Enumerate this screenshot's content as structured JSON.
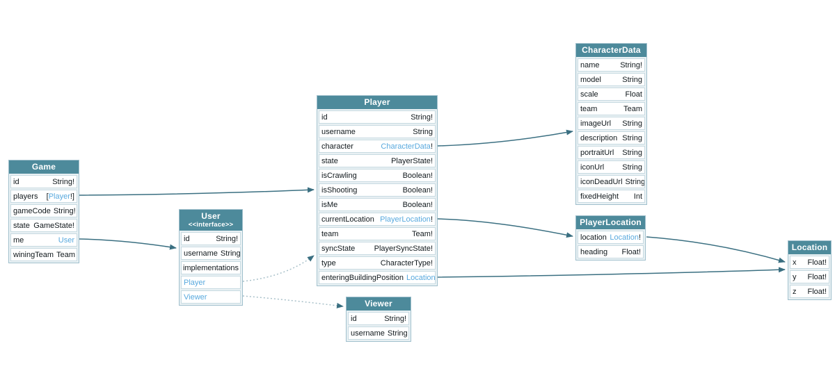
{
  "colors": {
    "header_bg": "#4d8a9b",
    "header_text": "#ffffff",
    "row_bg": "#ffffff",
    "table_bg": "#e9f1f4",
    "border": "#c7dae1",
    "type_link": "#58a9de",
    "text": "#10181c",
    "arrow": "#3a6f81",
    "dotted_arrow": "#a8c0c9",
    "canvas_bg": "#ffffff"
  },
  "tables": {
    "game": {
      "title": "Game",
      "rows": [
        {
          "field": "id",
          "type": "String!"
        },
        {
          "field": "players",
          "type_pre": "[",
          "type_link": "Player",
          "type_suf": "!]"
        },
        {
          "field": "gameCode",
          "type": "String!"
        },
        {
          "field": "state",
          "type": "GameState!"
        },
        {
          "field": "me",
          "type_link": "User"
        },
        {
          "field": "winingTeam",
          "type": "Team"
        }
      ]
    },
    "user": {
      "title": "User",
      "stereotype": "<<interface>>",
      "rows": [
        {
          "field": "id",
          "type": "String!"
        },
        {
          "field": "username",
          "type": "String"
        },
        {
          "field": "implementations"
        },
        {
          "field": "Player",
          "is_link": true
        },
        {
          "field": "Viewer",
          "is_link": true
        }
      ]
    },
    "player": {
      "title": "Player",
      "rows": [
        {
          "field": "id",
          "type": "String!"
        },
        {
          "field": "username",
          "type": "String"
        },
        {
          "field": "character",
          "type_link": "CharacterData",
          "type_suf": "!"
        },
        {
          "field": "state",
          "type": "PlayerState!"
        },
        {
          "field": "isCrawling",
          "type": "Boolean!"
        },
        {
          "field": "isShooting",
          "type": "Boolean!"
        },
        {
          "field": "isMe",
          "type": "Boolean!"
        },
        {
          "field": "currentLocation",
          "type_link": "PlayerLocation",
          "type_suf": "!"
        },
        {
          "field": "team",
          "type": "Team!"
        },
        {
          "field": "syncState",
          "type": "PlayerSyncState!"
        },
        {
          "field": "type",
          "type": "CharacterType!"
        },
        {
          "field": "enteringBuildingPosition",
          "type_link": "Location"
        }
      ]
    },
    "characterData": {
      "title": "CharacterData",
      "rows": [
        {
          "field": "name",
          "type": "String!"
        },
        {
          "field": "model",
          "type": "String"
        },
        {
          "field": "scale",
          "type": "Float"
        },
        {
          "field": "team",
          "type": "Team"
        },
        {
          "field": "imageUrl",
          "type": "String"
        },
        {
          "field": "description",
          "type": "String"
        },
        {
          "field": "portraitUrl",
          "type": "String"
        },
        {
          "field": "iconUrl",
          "type": "String"
        },
        {
          "field": "iconDeadUrl",
          "type": "String"
        },
        {
          "field": "fixedHeight",
          "type": "Int"
        }
      ]
    },
    "playerLocation": {
      "title": "PlayerLocation",
      "rows": [
        {
          "field": "location",
          "type_link": "Location",
          "type_suf": "!"
        },
        {
          "field": "heading",
          "type": "Float!"
        }
      ]
    },
    "viewer": {
      "title": "Viewer",
      "rows": [
        {
          "field": "id",
          "type": "String!"
        },
        {
          "field": "username",
          "type": "String"
        }
      ]
    },
    "location": {
      "title": "Location",
      "rows": [
        {
          "field": "x",
          "type": "Float!"
        },
        {
          "field": "y",
          "type": "Float!"
        },
        {
          "field": "z",
          "type": "Float!"
        }
      ]
    }
  },
  "edges": [
    {
      "from": "Game.players",
      "to": "Player",
      "style": "solid"
    },
    {
      "from": "Game.me",
      "to": "User",
      "style": "solid"
    },
    {
      "from": "Player.character",
      "to": "CharacterData",
      "style": "solid"
    },
    {
      "from": "Player.currentLocation",
      "to": "PlayerLocation",
      "style": "solid"
    },
    {
      "from": "Player.enteringBuildingPosition",
      "to": "Location",
      "style": "solid"
    },
    {
      "from": "PlayerLocation.location",
      "to": "Location",
      "style": "solid"
    },
    {
      "from": "User.Player",
      "to": "Player",
      "style": "dotted"
    },
    {
      "from": "User.Viewer",
      "to": "Viewer",
      "style": "dotted"
    }
  ]
}
